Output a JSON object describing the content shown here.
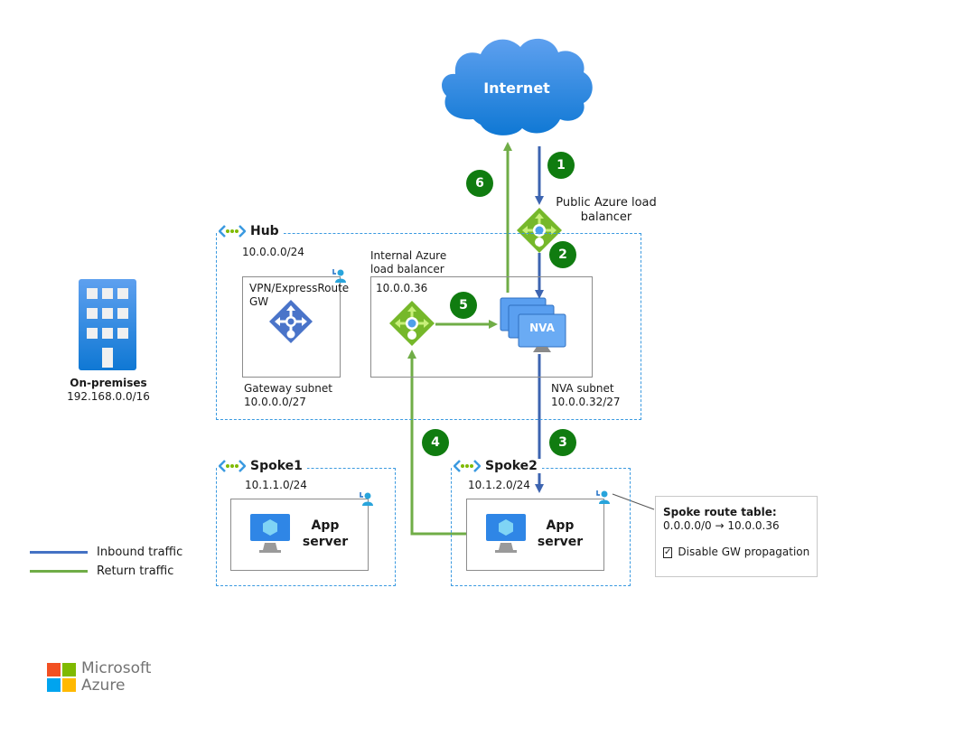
{
  "internet": {
    "label": "Internet"
  },
  "public_lb": {
    "label_line1": "Public Azure load",
    "label_line2": "balancer"
  },
  "hub": {
    "title": "Hub",
    "cidr": "10.0.0.0/24",
    "gateway_subnet": {
      "name": "Gateway subnet",
      "cidr": "10.0.0.0/27",
      "gw_label_line1": "VPN/ExpressRoute",
      "gw_label_line2": "GW"
    },
    "internal_lb": {
      "label_line1": "Internal Azure",
      "label_line2": "load balancer",
      "ip": "10.0.0.36"
    },
    "nva_subnet": {
      "name": "NVA subnet",
      "cidr": "10.0.0.32/27",
      "nva_label": "NVA"
    }
  },
  "spoke1": {
    "title": "Spoke1",
    "cidr": "10.1.1.0/24",
    "server_line1": "App",
    "server_line2": "server"
  },
  "spoke2": {
    "title": "Spoke2",
    "cidr": "10.1.2.0/24",
    "server_line1": "App",
    "server_line2": "server"
  },
  "on_premises": {
    "title": "On-premises",
    "cidr": "192.168.0.0/16"
  },
  "route_table": {
    "title": "Spoke route table:",
    "route": "0.0.0.0/0 → 10.0.0.36",
    "checkbox_label": "Disable GW propagation",
    "checkbox_checked": true
  },
  "steps": [
    "1",
    "2",
    "3",
    "4",
    "5",
    "6"
  ],
  "legend": {
    "inbound": {
      "label": "Inbound traffic",
      "color": "#4472c4"
    },
    "return": {
      "label": "Return traffic",
      "color": "#70ad47"
    }
  },
  "logo": {
    "line1": "Microsoft",
    "line2": "Azure"
  },
  "colors": {
    "inbound": "#3d64b0",
    "return": "#70ad47",
    "badge": "#107c10",
    "vnet_border": "#3b9ae0"
  }
}
